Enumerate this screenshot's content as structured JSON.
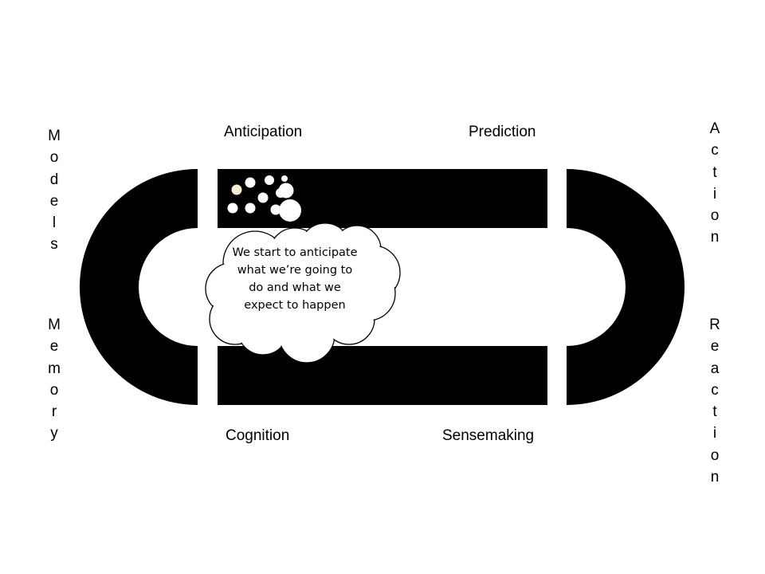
{
  "labels": {
    "anticipation": "Anticipation",
    "prediction": "Prediction",
    "cognition": "Cognition",
    "sensemaking": "Sensemaking",
    "models": "Models",
    "memory": "Memory",
    "action": "Action",
    "reaction": "Reaction"
  },
  "thought_bubble": {
    "text": "We start to anticipate what we’re going to do and what we expect to happen"
  },
  "colors": {
    "track": "#000000",
    "background": "#ffffff",
    "highlight_dot": "#f5ecd2"
  }
}
